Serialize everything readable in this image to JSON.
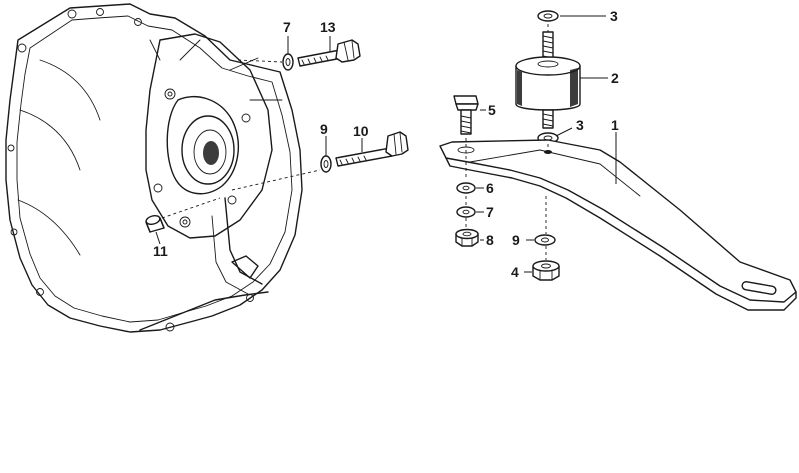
{
  "callouts": {
    "c1": "1",
    "c2": "2",
    "c3a": "3",
    "c3b": "3",
    "c4": "4",
    "c5": "5",
    "c6": "6",
    "c7a": "7",
    "c7b": "7",
    "c8": "8",
    "c9a": "9",
    "c9b": "9",
    "c10": "10",
    "c11": "11",
    "c13": "13"
  },
  "colors": {
    "ink": "#1a1a1a",
    "background": "#ffffff"
  }
}
